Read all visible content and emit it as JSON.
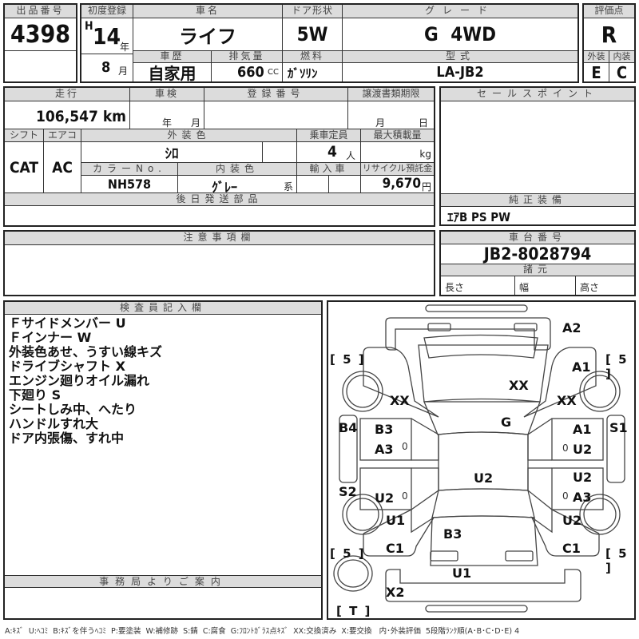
{
  "lot": {
    "label": "出品番号",
    "value": "4398"
  },
  "first_reg": {
    "label": "初度登録",
    "era": "H",
    "year": "14",
    "year_unit": "年",
    "month": "8",
    "month_unit": "月"
  },
  "car_name": {
    "label": "車名",
    "value": "ライフ"
  },
  "door": {
    "label": "ドア形状",
    "value": "5W"
  },
  "grade": {
    "label": "グレード",
    "value": "G 4WD"
  },
  "score": {
    "label": "評価点",
    "value": "R",
    "ext_label": "外装",
    "int_label": "内装",
    "ext_value": "E",
    "int_value": "C"
  },
  "history": {
    "label": "車歴",
    "value": "自家用"
  },
  "displacement": {
    "label": "排気量",
    "value": "660",
    "unit": "CC"
  },
  "fuel": {
    "label": "燃料",
    "value": "ｶﾞｿﾘﾝ"
  },
  "model": {
    "label": "型式",
    "value": "LA-JB2"
  },
  "mileage": {
    "label": "走行",
    "value": "106,547 km"
  },
  "inspection": {
    "label": "車検",
    "year_unit": "年",
    "month_unit": "月"
  },
  "reg_number": {
    "label": "登録番号"
  },
  "transfer_deadline": {
    "label": "譲渡書類期限",
    "month_unit": "月",
    "day_unit": "日"
  },
  "shift": {
    "label": "シフト",
    "value": "CAT"
  },
  "aircon": {
    "label": "エアコン",
    "value": "AC"
  },
  "ext_color": {
    "label": "外装色",
    "value": "ｼﾛ"
  },
  "capacity": {
    "label": "乗車定員",
    "value": "4",
    "unit": "人"
  },
  "max_load": {
    "label": "最大積載量",
    "unit": "kg"
  },
  "color_no": {
    "label": "カラーNo.",
    "value": "NH578"
  },
  "int_color": {
    "label": "内装色",
    "value": "ｸﾞﾚｰ",
    "suffix": "系"
  },
  "import": {
    "label": "輸入車"
  },
  "recycle": {
    "label": "リサイクル預託金",
    "value": "9,670",
    "unit": "円"
  },
  "later_parts": {
    "label": "後日発送部品"
  },
  "sales_point": {
    "label": "セールスポイント"
  },
  "equipment": {
    "label": "純正装備",
    "value": "ｴｱB PS PW"
  },
  "notes": {
    "label": "注意事項欄"
  },
  "chassis": {
    "label": "車台番号",
    "value": "JB2-8028794"
  },
  "specs": {
    "label": "諸元",
    "length": "長さ",
    "width": "幅",
    "height": "高さ"
  },
  "inspector": {
    "label": "検査員記入欄",
    "lines": [
      "Ｆサイドメンバー U",
      "Ｆインナー W",
      "外装色あせ、うすい線キズ",
      "ドライブシャフト X",
      "エンジン廻りオイル漏れ",
      "下廻り S",
      "シートしみ中、へたり",
      "ハンドルすれ大",
      "ドア内張傷、すれ中"
    ]
  },
  "office": {
    "label": "事務局よりご案内"
  },
  "legend": "A:ｷｽﾞ  U:ﾍｺﾐ  B:ｷｽﾞを伴うﾍｺﾐ  P:要塗装  W:補修跡  S:錆  C:腐食  G:ﾌﾛﾝﾄｶﾞﾗｽ点ｷｽﾞ  XX:交換済み  X:要交換   内･外装評価  5段階ﾗﾝｸ順(A･B･C･D･E) 4",
  "diagram": {
    "tire_marks": {
      "fl": "[ 5 ]",
      "fr": "[ 5 ]",
      "rl": "[ 5 ]",
      "rr": "[ 5 ]",
      "spare": "[ T ]"
    },
    "marks": {
      "front_bumper": "A2",
      "fr_fender_top": "A1",
      "hood": "XX",
      "fl_fender": "XX",
      "fr_fender": "XX",
      "windshield": "G",
      "left_sill": "B4",
      "fl_door_1": "B3",
      "fl_door_2": "A3",
      "fr_door_1": "A1",
      "fr_door_2": "U2",
      "right_sill": "S1",
      "roof": "U2",
      "left_sill_rear": "S2",
      "rl_door": "U2",
      "rr_door_1": "U2",
      "rr_door_2": "A3",
      "rl_quarter": "U1",
      "rr_quarter": "U2",
      "tailgate": "B3",
      "rl_corner": "C1",
      "rr_corner": "C1",
      "rear_panel": "U1",
      "rear_bumper": "X2",
      "zero_mark": "0"
    }
  }
}
